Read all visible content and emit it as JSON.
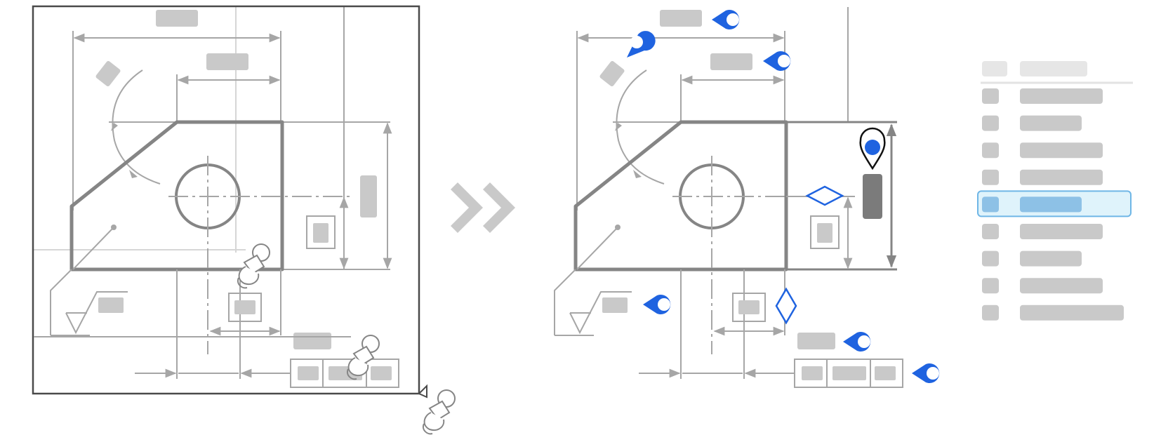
{
  "colors": {
    "accent": "#1f63e0",
    "placeholder": "#c9c9c9",
    "line": "#a6a6a6",
    "part_outline": "#858585",
    "selected_row_fill": "#dff3fb",
    "selected_row_border": "#6fb6e6",
    "selected_row_bar": "#8dc1e6"
  },
  "panels": [
    {
      "name": "source-drawing",
      "description_icon": "pushpin-icon"
    },
    {
      "name": "annotated-drawing",
      "description_icon": "location-marker-icon"
    },
    {
      "name": "annotation-list",
      "row_count": 9,
      "selected_row": 4
    }
  ],
  "icons": {
    "transition": "double-chevron-right-icon",
    "pin": "pushpin-icon",
    "callout": "callout-marker-icon",
    "location": "location-pin-icon"
  }
}
